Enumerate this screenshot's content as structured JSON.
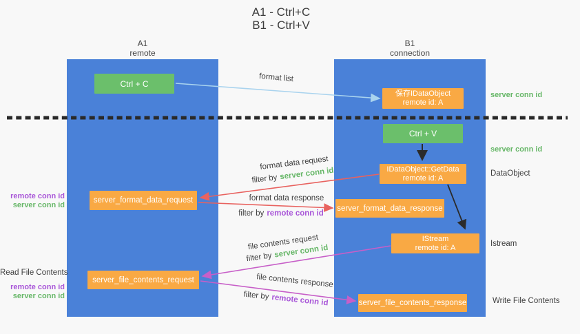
{
  "title": {
    "line1": "A1 - Ctrl+C",
    "line2": "B1 - Ctrl+V"
  },
  "lanes": {
    "a1": {
      "name": "A1",
      "subtitle": "remote"
    },
    "b1": {
      "name": "B1",
      "subtitle": "connection"
    }
  },
  "nodes": {
    "ctrl_c": {
      "label": "Ctrl + C"
    },
    "save_idataobject": {
      "line1": "保存IDataObject",
      "line2": "remote id: A"
    },
    "ctrl_v": {
      "label": "Ctrl + V"
    },
    "getdata": {
      "line1": "IDataObject::GetData",
      "line2": "remote id: A"
    },
    "format_request": {
      "label": "server_format_data_request"
    },
    "format_response": {
      "label": "server_format_data_response"
    },
    "istream": {
      "line1": "IStream",
      "line2": "remote id: A"
    },
    "file_request": {
      "label": "server_file_contents_request"
    },
    "file_response": {
      "label": "server_file_contents_response"
    }
  },
  "edge_labels": {
    "format_list": "format list",
    "format_data_request": "format data request",
    "format_data_response": "format data response",
    "file_contents_request": "file contents request",
    "file_contents_response": "file contents response",
    "filter_by": "filter by",
    "server_conn_id": "server conn id",
    "remote_conn_id": "remote conn id"
  },
  "side_labels": {
    "left_remote_conn_id": "remote conn id",
    "left_server_conn_id": "server conn id",
    "read_file_contents": "Read File Contents",
    "right_server_conn_id_top": "server conn id",
    "right_server_conn_id_mid": "server conn id",
    "dataobject": "DataObject",
    "istream": "Istream",
    "write_file_contents": "Write File Contents"
  },
  "colors": {
    "lane_blue": "#4a81d8",
    "box_green": "#6bbf6b",
    "box_orange": "#f9a944",
    "arrow_light_blue": "#a9d3ee",
    "arrow_red": "#e8625f",
    "arrow_magenta": "#c75fc8",
    "arrow_black": "#2b2b2b",
    "conn_id_green": "#67b768",
    "conn_id_purple": "#a855d8",
    "text_dark": "#3f3f3f",
    "background": "#f8f8f8"
  }
}
